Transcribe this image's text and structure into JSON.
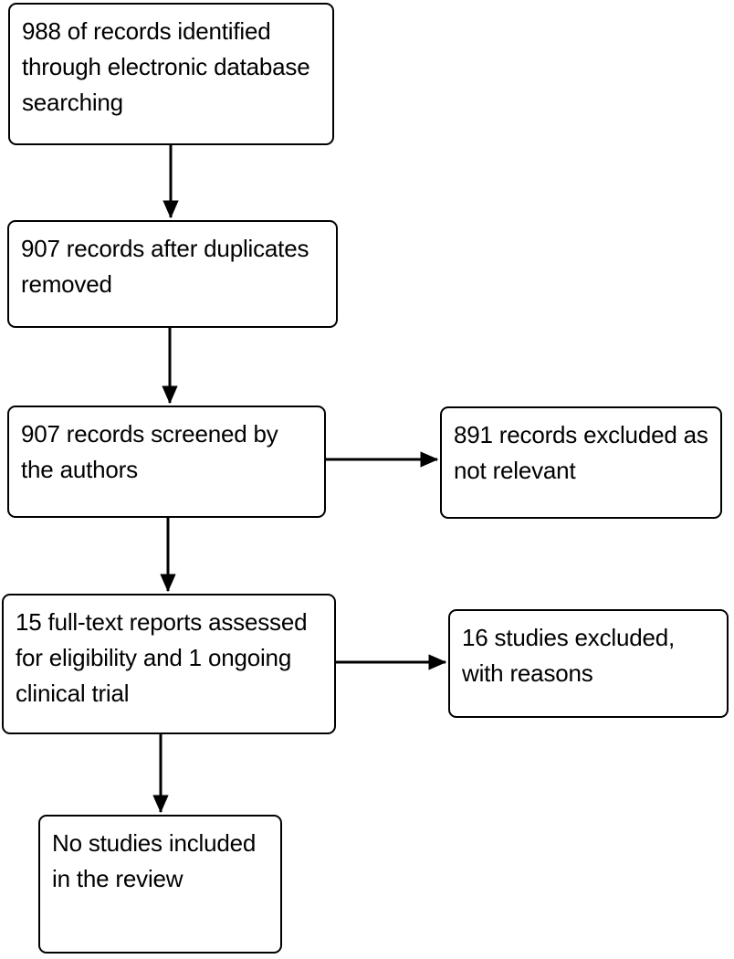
{
  "diagram": {
    "type": "prisma-flow-diagram",
    "title": "PRISMA study selection flow diagram",
    "background_color": "#ffffff",
    "line_color": "#000000",
    "text_color": "#000000",
    "nodes": [
      {
        "id": "identified",
        "label": "988 of records identified through electronic database searching",
        "stage": "identification",
        "count": 988
      },
      {
        "id": "duplicates",
        "label": "907 records after duplicates removed",
        "stage": "identification",
        "count": 907
      },
      {
        "id": "screened",
        "label": "907 records screened by the authors",
        "stage": "screening",
        "count": 907
      },
      {
        "id": "excluded-screen",
        "label": "891 records excluded as not relevant",
        "stage": "screening",
        "count": 891
      },
      {
        "id": "fulltext",
        "label": "15 full-text reports assessed for eligibility and 1 ongoing clinical trial",
        "stage": "eligibility",
        "count": 15
      },
      {
        "id": "excluded-fulltext",
        "label": "16 studies excluded, with reasons",
        "stage": "eligibility",
        "count": 16
      },
      {
        "id": "included",
        "label": "No studies included in the review",
        "stage": "included",
        "count": 0
      }
    ],
    "edges": [
      {
        "from": "identified",
        "to": "duplicates",
        "direction": "down"
      },
      {
        "from": "duplicates",
        "to": "screened",
        "direction": "down"
      },
      {
        "from": "screened",
        "to": "excluded-screen",
        "direction": "right"
      },
      {
        "from": "screened",
        "to": "fulltext",
        "direction": "down"
      },
      {
        "from": "fulltext",
        "to": "excluded-fulltext",
        "direction": "right"
      },
      {
        "from": "fulltext",
        "to": "included",
        "direction": "down"
      }
    ]
  }
}
